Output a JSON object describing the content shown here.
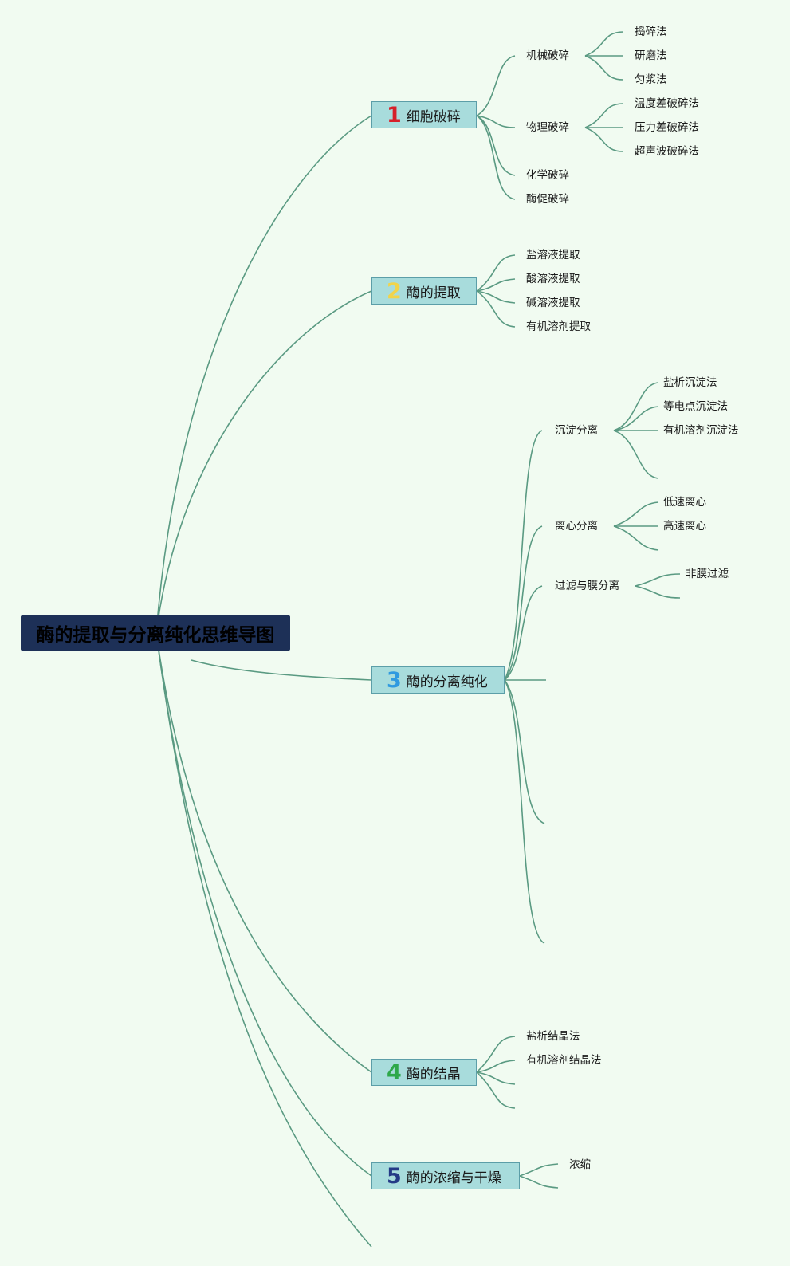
{
  "title": "酶的提取与分离纯化思维导图",
  "colors": {
    "background": "#f1fbf1",
    "line": "#5a9a82",
    "root_fill": "#1d3057",
    "topic_fill": "#a8dcdc",
    "topic_border": "#5c9ea8",
    "num1": "#d6202a",
    "num2": "#f2d44a",
    "num3": "#2f9ae0",
    "num4": "#2ea84a",
    "num5": "#243a86"
  },
  "topics": [
    {
      "num": "1",
      "label": "细胞破碎",
      "children": [
        {
          "label": "机械破碎",
          "children": [
            "捣碎法",
            "研磨法",
            "匀浆法"
          ]
        },
        {
          "label": "物理破碎",
          "children": [
            "温度差破碎法",
            "压力差破碎法",
            "超声波破碎法"
          ]
        },
        {
          "label": "化学破碎",
          "children": []
        },
        {
          "label": "酶促破碎",
          "children": []
        }
      ]
    },
    {
      "num": "2",
      "label": "酶的提取",
      "children": [
        {
          "label": "盐溶液提取",
          "children": []
        },
        {
          "label": "酸溶液提取",
          "children": []
        },
        {
          "label": "碱溶液提取",
          "children": []
        },
        {
          "label": "有机溶剂提取",
          "children": []
        }
      ]
    },
    {
      "num": "3",
      "label": "酶的分离纯化",
      "children": [
        {
          "label": "沉淀分离",
          "children": [
            "盐析沉淀法",
            "等电点沉淀法",
            "有机溶剂沉淀法"
          ]
        },
        {
          "label": "离心分离",
          "children": [
            "低速离心",
            "高速离心"
          ]
        },
        {
          "label": "过滤与膜分离",
          "children": [
            "非膜过滤"
          ]
        }
      ]
    },
    {
      "num": "4",
      "label": "酶的结晶",
      "children": [
        {
          "label": "盐析结晶法",
          "children": []
        },
        {
          "label": "有机溶剂结晶法",
          "children": []
        }
      ]
    },
    {
      "num": "5",
      "label": "酶的浓缩与干燥",
      "children": [
        {
          "label": "浓缩",
          "children": []
        }
      ]
    }
  ]
}
